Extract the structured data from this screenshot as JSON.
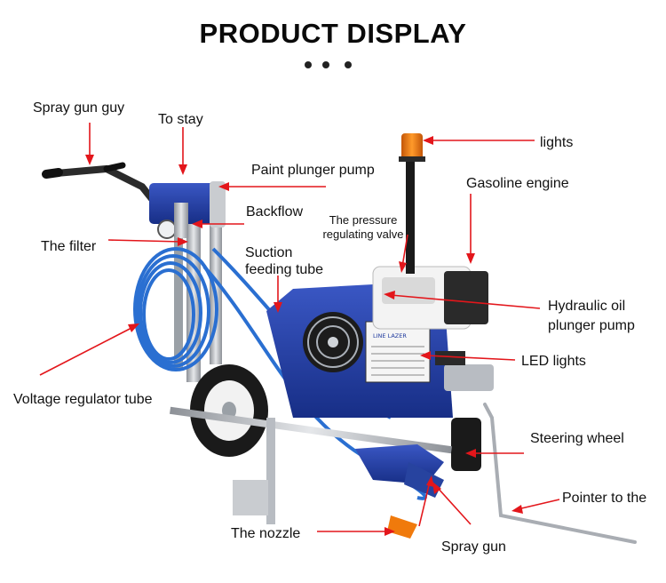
{
  "title": "PRODUCT DISPLAY",
  "labels": {
    "spray_gun_guy": "Spray gun guy",
    "to_stay": "To stay",
    "paint_plunger_pump": "Paint plunger pump",
    "lights": "lights",
    "gasoline_engine": "Gasoline engine",
    "backflow": "Backflow",
    "pressure_valve_line1": "The pressure",
    "pressure_valve_line2": "regulating valve",
    "the_filter": "The filter",
    "suction_line1": "Suction",
    "suction_line2": "feeding tube",
    "hydraulic_line1": "Hydraulic oil",
    "hydraulic_line2": "plunger pump",
    "led_lights": "LED lights",
    "voltage_regulator_tube": "Voltage regulator tube",
    "steering_wheel": "Steering wheel",
    "pointer": "Pointer to the",
    "the_nozzle": "The nozzle",
    "spray_gun": "Spray gun",
    "machine_brand": "LINE LAZER"
  },
  "colors": {
    "arrow": "#e3161b",
    "machine_blue": "#1f3a9e",
    "hose_blue": "#2a6fd1",
    "light_orange": "#f07a0c",
    "steel": "#b8bcc2",
    "tire": "#1a1a1a"
  },
  "icons": [
    "ellipsis-dots"
  ]
}
